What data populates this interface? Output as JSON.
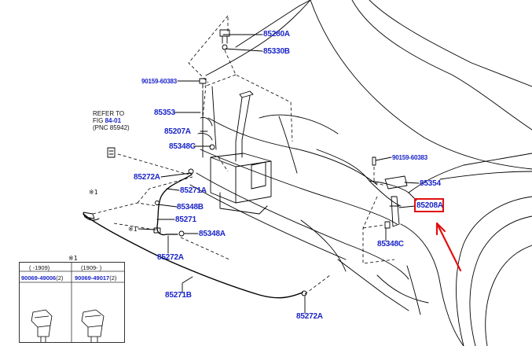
{
  "labels": {
    "p85280A": "85280A",
    "p85330B": "85330B",
    "p90159_left": "90159-60383",
    "p85353": "85353",
    "p85207A": "85207A",
    "p85348C_top": "85348C",
    "p85272A_top": "85272A",
    "p85271A": "85271A",
    "p85348B": "85348B",
    "p85271": "85271",
    "p85348A": "85348A",
    "p85272A_mid": "85272A",
    "p85271B": "85271B",
    "p85272A_bottom": "85272A",
    "p90159_right": "90159-60383",
    "p85354": "85354",
    "p85208A": "85208A",
    "p85348C_right": "85348C"
  },
  "refer": {
    "line1": "REFER TO",
    "line2_prefix": "FIG ",
    "line2_fig": "84-01",
    "line3": "(PNC 85942)"
  },
  "marks": {
    "clip_mark_a": "※1",
    "clip_mark_b": "※1",
    "table_mark": "※1"
  },
  "table": {
    "col1_header": "(      -1909)",
    "col2_header": "(1909-        )",
    "col1_part": "90069-49006",
    "col1_qty": "(2)",
    "col2_part": "90069-49017",
    "col2_qty": "(2)"
  },
  "colors": {
    "label_blue": "#1a24c8",
    "highlight_red": "#e01010",
    "line_black": "#000000"
  }
}
